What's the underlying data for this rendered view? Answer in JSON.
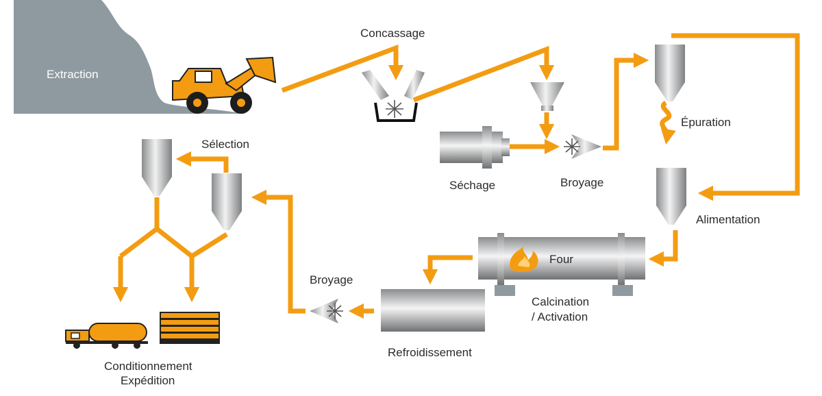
{
  "colors": {
    "flow": "#f39c12",
    "rock": "#8f9aa0",
    "metal_dark": "#8a8c8e",
    "metal_light": "#eeeeee",
    "label": "#2b2b2b"
  },
  "labels": {
    "extraction": "Extraction",
    "concassage": "Concassage",
    "sechage": "Séchage",
    "broyage_1": "Broyage",
    "epuration": "Épuration",
    "alimentation": "Alimentation",
    "four": "Four",
    "calcination_1": "Calcination",
    "calcination_2": "/ Activation",
    "refroidissement": "Refroidissement",
    "broyage_2": "Broyage",
    "selection": "Sélection",
    "conditionnement_1": "Conditionnement",
    "conditionnement_2": "Expédition"
  },
  "icons": [
    "rock-quarry-icon",
    "wheel-loader-icon",
    "crusher-icon",
    "feed-hopper-icon",
    "rotary-dryer-icon",
    "grinder-icon",
    "silo-icon",
    "rotary-kiln-icon",
    "flame-icon",
    "cooler-icon",
    "tanker-truck-icon",
    "bag-pallet-icon"
  ]
}
